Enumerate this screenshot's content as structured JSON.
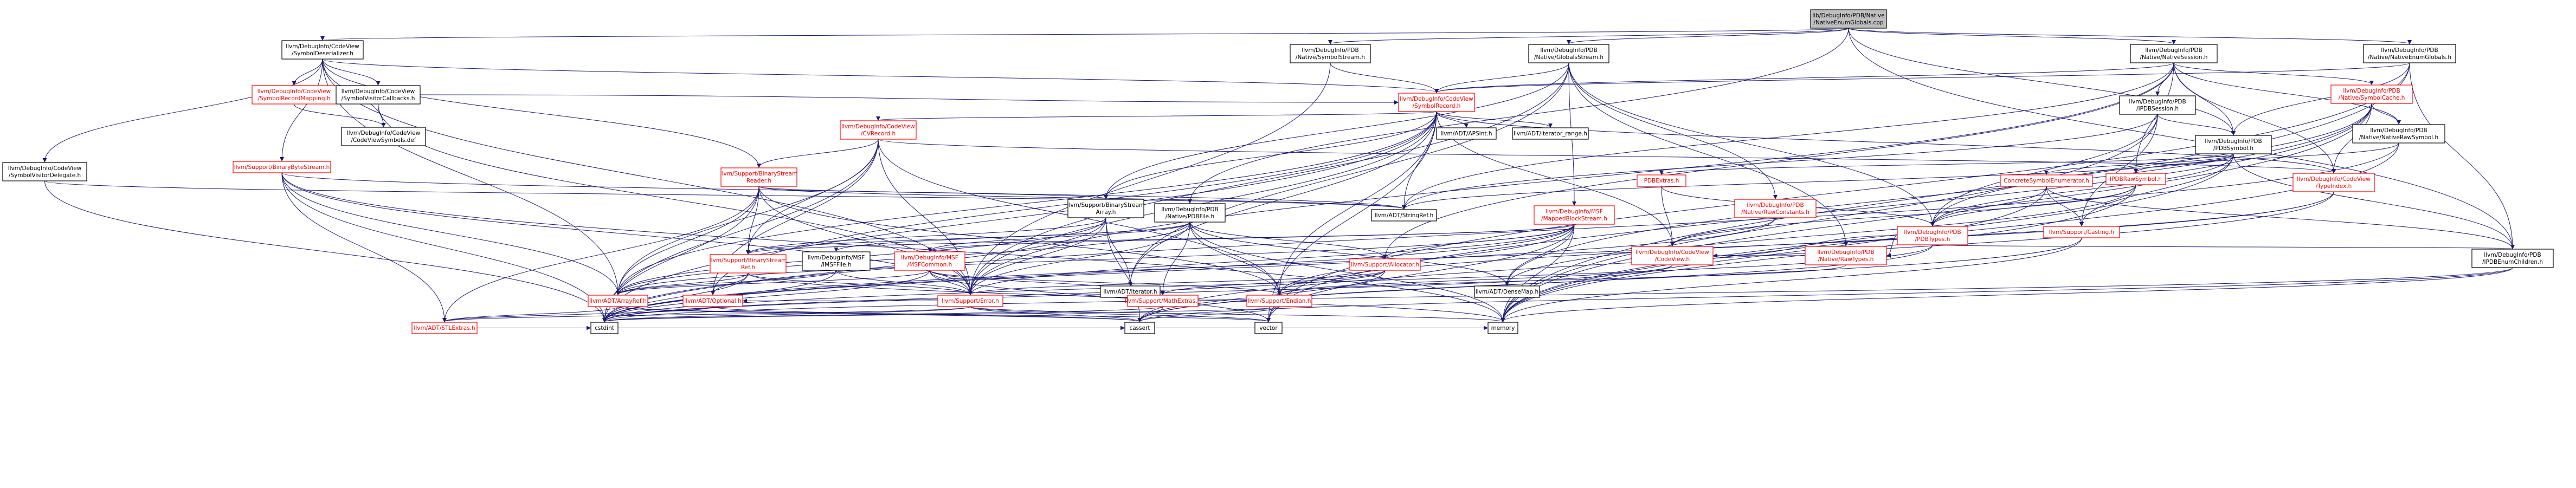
{
  "colors": {
    "edge": "#191970",
    "root_fill": "#bfbfbf",
    "link_text": "#000000",
    "incomplete": "#ff0000"
  },
  "nodes": [
    {
      "id": "root",
      "lines": [
        "lib/DebugInfo/PDB/Native",
        "/NativeEnumGlobals.cpp"
      ],
      "style": "gray"
    },
    {
      "id": "symdeser",
      "lines": [
        "llvm/DebugInfo/CodeView",
        "/SymbolDeserializer.h"
      ],
      "style": "black"
    },
    {
      "id": "symstream",
      "lines": [
        "llvm/DebugInfo/PDB",
        "/Native/SymbolStream.h"
      ],
      "style": "black"
    },
    {
      "id": "globalsstream",
      "lines": [
        "llvm/DebugInfo/PDB",
        "/Native/GlobalsStream.h"
      ],
      "style": "black"
    },
    {
      "id": "nativesession",
      "lines": [
        "llvm/DebugInfo/PDB",
        "/Native/NativeSession.h"
      ],
      "style": "black"
    },
    {
      "id": "enumglobals",
      "lines": [
        "llvm/DebugInfo/PDB",
        "/Native/NativeEnumGlobals.h"
      ],
      "style": "black"
    },
    {
      "id": "symrecmap",
      "lines": [
        "llvm/DebugInfo/CodeView",
        "/SymbolRecordMapping.h"
      ],
      "style": "red"
    },
    {
      "id": "symviscb",
      "lines": [
        "llvm/DebugInfo/CodeView",
        "/SymbolVisitorCallbacks.h"
      ],
      "style": "black"
    },
    {
      "id": "cvsymdef",
      "lines": [
        "llvm/DebugInfo/CodeView",
        "/CodeViewSymbols.def"
      ],
      "style": "black"
    },
    {
      "id": "symvisdel",
      "lines": [
        "llvm/DebugInfo/CodeView",
        "/SymbolVisitorDelegate.h"
      ],
      "style": "black"
    },
    {
      "id": "binbytestream",
      "lines": [
        "llvm/Support/BinaryByteStream.h"
      ],
      "style": "red"
    },
    {
      "id": "symrecord",
      "lines": [
        "llvm/DebugInfo/CodeView",
        "/SymbolRecord.h"
      ],
      "style": "red"
    },
    {
      "id": "cvrecord",
      "lines": [
        "llvm/DebugInfo/CodeView",
        "/CVRecord.h"
      ],
      "style": "red"
    },
    {
      "id": "binstreamreader",
      "lines": [
        "llvm/Support/BinaryStream",
        "Reader.h"
      ],
      "style": "red"
    },
    {
      "id": "apsint",
      "lines": [
        "llvm/ADT/APSInt.h"
      ],
      "style": "black"
    },
    {
      "id": "iterrange",
      "lines": [
        "llvm/ADT/iterator_range.h"
      ],
      "style": "black"
    },
    {
      "id": "binstreamarray",
      "lines": [
        "llvm/Support/BinaryStream",
        "Array.h"
      ],
      "style": "black"
    },
    {
      "id": "pdbfile",
      "lines": [
        "llvm/DebugInfo/PDB",
        "/Native/PDBFile.h"
      ],
      "style": "black"
    },
    {
      "id": "stringref",
      "lines": [
        "llvm/ADT/StringRef.h"
      ],
      "style": "black"
    },
    {
      "id": "msfmapped",
      "lines": [
        "llvm/DebugInfo/MSF",
        "/MappedBlockStream.h"
      ],
      "style": "red"
    },
    {
      "id": "rawconstants",
      "lines": [
        "llvm/DebugInfo/PDB",
        "/Native/RawConstants.h"
      ],
      "style": "red"
    },
    {
      "id": "ipdbsession",
      "lines": [
        "llvm/DebugInfo/PDB",
        "/IPDBSession.h"
      ],
      "style": "black"
    },
    {
      "id": "pdbsymbol",
      "lines": [
        "llvm/DebugInfo/PDB",
        "/PDBSymbol.h"
      ],
      "style": "black"
    },
    {
      "id": "symbolcache",
      "lines": [
        "llvm/DebugInfo/PDB",
        "/Native/SymbolCache.h"
      ],
      "style": "red"
    },
    {
      "id": "nativerawsym",
      "lines": [
        "llvm/DebugInfo/PDB",
        "/Native/NativeRawSymbol.h"
      ],
      "style": "black"
    },
    {
      "id": "pdbextras",
      "lines": [
        "PDBExtras.h"
      ],
      "style": "red"
    },
    {
      "id": "concretesymenum",
      "lines": [
        "ConcreteSymbolEnumerator.h"
      ],
      "style": "red"
    },
    {
      "id": "ipdbrawsym",
      "lines": [
        "IPDBRawSymbol.h"
      ],
      "style": "red"
    },
    {
      "id": "typeindex",
      "lines": [
        "llvm/DebugInfo/CodeView",
        "/TypeIndex.h"
      ],
      "style": "red"
    },
    {
      "id": "binstreamref",
      "lines": [
        "llvm/Support/BinaryStream",
        "Ref.h"
      ],
      "style": "red"
    },
    {
      "id": "msfmsffile",
      "lines": [
        "llvm/DebugInfo/MSF",
        "/IMSFFile.h"
      ],
      "style": "black"
    },
    {
      "id": "msfcommon",
      "lines": [
        "llvm/DebugInfo/MSF",
        "/MSFCommon.h"
      ],
      "style": "red"
    },
    {
      "id": "iterator",
      "lines": [
        "llvm/ADT/iterator.h"
      ],
      "style": "black"
    },
    {
      "id": "allocator",
      "lines": [
        "llvm/Support/Allocator.h"
      ],
      "style": "red"
    },
    {
      "id": "densemap",
      "lines": [
        "llvm/ADT/DenseMap.h"
      ],
      "style": "black"
    },
    {
      "id": "cvcodeview",
      "lines": [
        "llvm/DebugInfo/CodeView",
        "/CodeView.h"
      ],
      "style": "red"
    },
    {
      "id": "pdbtypes",
      "lines": [
        "llvm/DebugInfo/PDB",
        "/PDBTypes.h"
      ],
      "style": "red"
    },
    {
      "id": "rawtypes",
      "lines": [
        "llvm/DebugInfo/PDB",
        "/Native/RawTypes.h"
      ],
      "style": "red"
    },
    {
      "id": "casting",
      "lines": [
        "llvm/Support/Casting.h"
      ],
      "style": "red"
    },
    {
      "id": "ipdbenumchildren",
      "lines": [
        "llvm/DebugInfo/PDB",
        "/IPDBEnumChildren.h"
      ],
      "style": "black"
    },
    {
      "id": "arrayref",
      "lines": [
        "llvm/ADT/ArrayRef.h"
      ],
      "style": "red"
    },
    {
      "id": "optional",
      "lines": [
        "llvm/ADT/Optional.h"
      ],
      "style": "red"
    },
    {
      "id": "error",
      "lines": [
        "llvm/Support/Error.h"
      ],
      "style": "red"
    },
    {
      "id": "mathextras",
      "lines": [
        "llvm/Support/MathExtras.h"
      ],
      "style": "red"
    },
    {
      "id": "endian",
      "lines": [
        "llvm/Support/Endian.h"
      ],
      "style": "red"
    },
    {
      "id": "stlextras",
      "lines": [
        "llvm/ADT/STLExtras.h"
      ],
      "style": "red"
    },
    {
      "id": "cstdint",
      "lines": [
        "cstdint"
      ],
      "style": "black"
    },
    {
      "id": "cassert",
      "lines": [
        "cassert"
      ],
      "style": "black"
    },
    {
      "id": "vector",
      "lines": [
        "vector"
      ],
      "style": "black"
    },
    {
      "id": "memory",
      "lines": [
        "memory"
      ],
      "style": "black"
    }
  ],
  "edges": [
    [
      "root",
      "symdeser"
    ],
    [
      "root",
      "symstream"
    ],
    [
      "root",
      "globalsstream"
    ],
    [
      "root",
      "nativesession"
    ],
    [
      "root",
      "enumglobals"
    ],
    [
      "root",
      "pdbfile"
    ],
    [
      "root",
      "pdbsymbol"
    ],
    [
      "root",
      "ipdbenumchildren"
    ],
    [
      "symdeser",
      "symrecmap"
    ],
    [
      "symdeser",
      "symviscb"
    ],
    [
      "symdeser",
      "cvsymdef"
    ],
    [
      "symdeser",
      "symvisdel"
    ],
    [
      "symdeser",
      "binbytestream"
    ],
    [
      "symdeser",
      "symrecord"
    ],
    [
      "symdeser",
      "binstreamreader"
    ],
    [
      "symdeser",
      "error"
    ],
    [
      "symdeser",
      "arrayref"
    ],
    [
      "symrecmap",
      "symviscb"
    ],
    [
      "symrecmap",
      "cvsymdef"
    ],
    [
      "symviscb",
      "symrecord"
    ],
    [
      "symviscb",
      "cvsymdef"
    ],
    [
      "symviscb",
      "error"
    ],
    [
      "symvisdel",
      "stringref"
    ],
    [
      "symvisdel",
      "cstdint"
    ],
    [
      "binbytestream",
      "arrayref"
    ],
    [
      "binbytestream",
      "stringref"
    ],
    [
      "binbytestream",
      "error"
    ],
    [
      "binbytestream",
      "memory"
    ],
    [
      "binbytestream",
      "cstdint"
    ],
    [
      "binbytestream",
      "stlextras"
    ],
    [
      "symstream",
      "symrecord"
    ],
    [
      "symstream",
      "error"
    ],
    [
      "globalsstream",
      "symrecord"
    ],
    [
      "globalsstream",
      "msfmapped"
    ],
    [
      "globalsstream",
      "rawconstants"
    ],
    [
      "globalsstream",
      "rawtypes"
    ],
    [
      "globalsstream",
      "binstreamarray"
    ],
    [
      "globalsstream",
      "error"
    ],
    [
      "globalsstream",
      "pdbtypes"
    ],
    [
      "globalsstream",
      "iterator"
    ],
    [
      "symrecord",
      "cvrecord"
    ],
    [
      "symrecord",
      "apsint"
    ],
    [
      "symrecord",
      "iterrange"
    ],
    [
      "symrecord",
      "binstreamarray"
    ],
    [
      "symrecord",
      "arrayref"
    ],
    [
      "symrecord",
      "optional"
    ],
    [
      "symrecord",
      "stringref"
    ],
    [
      "symrecord",
      "endian"
    ],
    [
      "symrecord",
      "error"
    ],
    [
      "symrecord",
      "iterator"
    ],
    [
      "symrecord",
      "cvcodeview"
    ],
    [
      "symrecord",
      "typeindex"
    ],
    [
      "symrecord",
      "cstdint"
    ],
    [
      "symrecord",
      "vector"
    ],
    [
      "cvrecord",
      "binstreamreader"
    ],
    [
      "cvrecord",
      "binstreamref"
    ],
    [
      "cvrecord",
      "arrayref"
    ],
    [
      "cvrecord",
      "optional"
    ],
    [
      "cvrecord",
      "endian"
    ],
    [
      "cvrecord",
      "error"
    ],
    [
      "cvrecord",
      "typeindex"
    ],
    [
      "cvrecord",
      "cstdint"
    ],
    [
      "binstreamreader",
      "binstreamarray"
    ],
    [
      "binstreamreader",
      "binstreamref"
    ],
    [
      "binstreamreader",
      "arrayref"
    ],
    [
      "binstreamreader",
      "stringref"
    ],
    [
      "binstreamreader",
      "endian"
    ],
    [
      "binstreamreader",
      "error"
    ],
    [
      "binstreamreader",
      "stlextras"
    ],
    [
      "binstreamreader",
      "cstdint"
    ],
    [
      "binstreamarray",
      "binstreamref"
    ],
    [
      "binstreamarray",
      "arrayref"
    ],
    [
      "binstreamarray",
      "iterator"
    ],
    [
      "binstreamarray",
      "error"
    ],
    [
      "binstreamarray",
      "cassert"
    ],
    [
      "binstreamarray",
      "cstdint"
    ],
    [
      "binstreamref",
      "arrayref"
    ],
    [
      "binstreamref",
      "optional"
    ],
    [
      "binstreamref",
      "error"
    ],
    [
      "binstreamref",
      "cstdint"
    ],
    [
      "binstreamref",
      "memory"
    ],
    [
      "pdbfile",
      "msfmsffile"
    ],
    [
      "pdbfile",
      "msfcommon"
    ],
    [
      "pdbfile",
      "allocator"
    ],
    [
      "pdbfile",
      "densemap"
    ],
    [
      "pdbfile",
      "binstreamref"
    ],
    [
      "pdbfile",
      "endian"
    ],
    [
      "pdbfile",
      "error"
    ],
    [
      "pdbfile",
      "mathextras"
    ],
    [
      "pdbfile",
      "arrayref"
    ],
    [
      "pdbfile",
      "memory"
    ],
    [
      "msfmapped",
      "msfcommon"
    ],
    [
      "msfmapped",
      "allocator"
    ],
    [
      "msfmapped",
      "densemap"
    ],
    [
      "msfmapped",
      "binstreamref"
    ],
    [
      "msfmapped",
      "arrayref"
    ],
    [
      "msfmapped",
      "endian"
    ],
    [
      "msfmapped",
      "error"
    ],
    [
      "msfmapped",
      "cstdint"
    ],
    [
      "msfmapped",
      "memory"
    ],
    [
      "msfmapped",
      "vector"
    ],
    [
      "msfmsffile",
      "arrayref"
    ],
    [
      "msfmsffile",
      "error"
    ],
    [
      "msfmsffile",
      "cstdint"
    ],
    [
      "msfcommon",
      "arrayref"
    ],
    [
      "msfcommon",
      "endian"
    ],
    [
      "msfcommon",
      "error"
    ],
    [
      "msfcommon",
      "mathextras"
    ],
    [
      "msfcommon",
      "cstdint"
    ],
    [
      "msfcommon",
      "vector"
    ],
    [
      "rawconstants",
      "cvcodeview"
    ],
    [
      "rawconstants",
      "cstdint"
    ],
    [
      "nativesession",
      "symrecord"
    ],
    [
      "nativesession",
      "ipdbsession"
    ],
    [
      "nativesession",
      "pdbsymbol"
    ],
    [
      "nativesession",
      "symbolcache"
    ],
    [
      "nativesession",
      "nativerawsym"
    ],
    [
      "nativesession",
      "ipdbrawsym"
    ],
    [
      "nativesession",
      "typeindex"
    ],
    [
      "nativesession",
      "stringref"
    ],
    [
      "nativesession",
      "allocator"
    ],
    [
      "nativesession",
      "error"
    ],
    [
      "enumglobals",
      "ipdbenumchildren"
    ],
    [
      "enumglobals",
      "pdbsymbol"
    ],
    [
      "enumglobals",
      "symrecord"
    ],
    [
      "enumglobals",
      "vector"
    ],
    [
      "enumglobals",
      "memory"
    ],
    [
      "ipdbsession",
      "pdbsymbol"
    ],
    [
      "ipdbsession",
      "pdbtypes"
    ],
    [
      "ipdbsession",
      "stringref"
    ],
    [
      "ipdbsession",
      "casting"
    ],
    [
      "ipdbsession",
      "memory"
    ],
    [
      "pdbsymbol",
      "pdbextras"
    ],
    [
      "pdbsymbol",
      "concretesymenum"
    ],
    [
      "pdbsymbol",
      "ipdbrawsym"
    ],
    [
      "pdbsymbol",
      "pdbtypes"
    ],
    [
      "pdbsymbol",
      "casting"
    ],
    [
      "pdbsymbol",
      "memory"
    ],
    [
      "pdbsymbol",
      "stringref"
    ],
    [
      "pdbsymbol",
      "ipdbenumchildren"
    ],
    [
      "symbolcache",
      "nativerawsym"
    ],
    [
      "symbolcache",
      "typeindex"
    ],
    [
      "symbolcache",
      "densemap"
    ],
    [
      "symbolcache",
      "memory"
    ],
    [
      "symbolcache",
      "vector"
    ],
    [
      "symbolcache",
      "pdbtypes"
    ],
    [
      "nativerawsym",
      "ipdbrawsym"
    ],
    [
      "nativerawsym",
      "cstdint"
    ],
    [
      "nativerawsym",
      "memory"
    ],
    [
      "pdbextras",
      "pdbtypes"
    ],
    [
      "pdbextras",
      "cvcodeview"
    ],
    [
      "concretesymenum",
      "ipdbenumchildren"
    ],
    [
      "concretesymenum",
      "pdbtypes"
    ],
    [
      "concretesymenum",
      "casting"
    ],
    [
      "concretesymenum",
      "memory"
    ],
    [
      "ipdbrawsym",
      "pdbtypes"
    ],
    [
      "ipdbrawsym",
      "cvcodeview"
    ],
    [
      "ipdbrawsym",
      "memory"
    ],
    [
      "ipdbrawsym",
      "densemap"
    ],
    [
      "typeindex",
      "endian"
    ],
    [
      "typeindex",
      "cassert"
    ],
    [
      "typeindex",
      "cstdint"
    ],
    [
      "pdbtypes",
      "cvcodeview"
    ],
    [
      "pdbtypes",
      "rawtypes"
    ],
    [
      "pdbtypes",
      "ipdbenumchildren"
    ],
    [
      "pdbtypes",
      "cstdint"
    ],
    [
      "pdbtypes",
      "cassert"
    ],
    [
      "rawtypes",
      "cvcodeview"
    ],
    [
      "rawtypes",
      "endian"
    ],
    [
      "casting",
      "cassert"
    ],
    [
      "casting",
      "memory"
    ],
    [
      "ipdbenumchildren",
      "cassert"
    ],
    [
      "ipdbenumchildren",
      "cstdint"
    ],
    [
      "ipdbenumchildren",
      "memory"
    ],
    [
      "allocator",
      "error"
    ],
    [
      "allocator",
      "mathextras"
    ],
    [
      "allocator",
      "cassert"
    ],
    [
      "allocator",
      "cstdint"
    ],
    [
      "cvcodeview",
      "endian"
    ],
    [
      "cvcodeview",
      "cstdint"
    ],
    [
      "error",
      "stlextras"
    ],
    [
      "error",
      "optional"
    ],
    [
      "error",
      "cassert"
    ],
    [
      "error",
      "cstdint"
    ],
    [
      "error",
      "memory"
    ],
    [
      "error",
      "vector"
    ],
    [
      "endian",
      "cstdint"
    ],
    [
      "endian",
      "cassert"
    ],
    [
      "mathextras",
      "cassert"
    ],
    [
      "mathextras",
      "cstdint"
    ],
    [
      "arrayref",
      "stlextras"
    ],
    [
      "arrayref",
      "cassert"
    ],
    [
      "arrayref",
      "vector"
    ],
    [
      "optional",
      "cassert"
    ],
    [
      "optional",
      "stlextras"
    ],
    [
      "stlextras",
      "cassert"
    ],
    [
      "stlextras",
      "cstdint"
    ],
    [
      "stlextras",
      "memory"
    ]
  ]
}
